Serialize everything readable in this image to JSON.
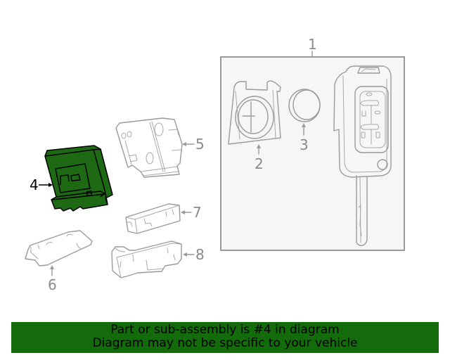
{
  "diagram": {
    "highlighted_part": "4",
    "highlight_color": "#1e6a14",
    "callouts": [
      {
        "id": "1",
        "label": "1"
      },
      {
        "id": "2",
        "label": "2"
      },
      {
        "id": "3",
        "label": "3"
      },
      {
        "id": "4",
        "label": "4"
      },
      {
        "id": "5",
        "label": "5"
      },
      {
        "id": "6",
        "label": "6"
      },
      {
        "id": "7",
        "label": "7"
      },
      {
        "id": "8",
        "label": "8"
      }
    ]
  },
  "banner": {
    "line1": "Part or sub-assembly is #4 in diagram",
    "line2": "Diagram may not be specific to your vehicle",
    "background": "#146b0b"
  }
}
